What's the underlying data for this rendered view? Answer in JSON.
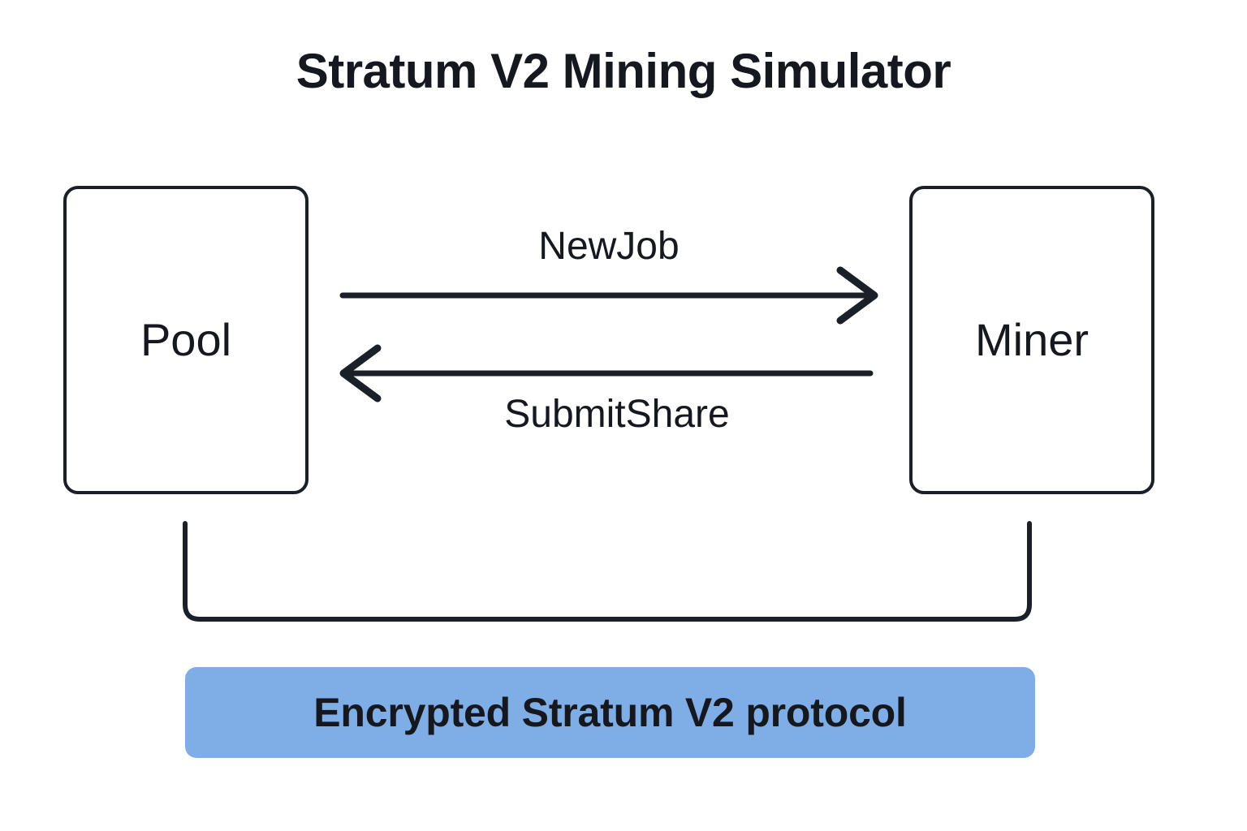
{
  "title": "Stratum V2 Mining Simulator",
  "nodes": [
    {
      "id": "pool",
      "label": "Pool"
    },
    {
      "id": "miner",
      "label": "Miner"
    }
  ],
  "messages": [
    {
      "id": "newjob",
      "label": "NewJob",
      "direction": "pool-to-miner"
    },
    {
      "id": "submitshare",
      "label": "SubmitShare",
      "direction": "miner-to-pool"
    }
  ],
  "banner": {
    "label": "Encrypted Stratum V2 protocol",
    "color": "#7FADE5"
  },
  "colors": {
    "stroke": "#1b1f27",
    "text": "#15181e",
    "background": "#ffffff",
    "accent": "#7FADE5"
  }
}
